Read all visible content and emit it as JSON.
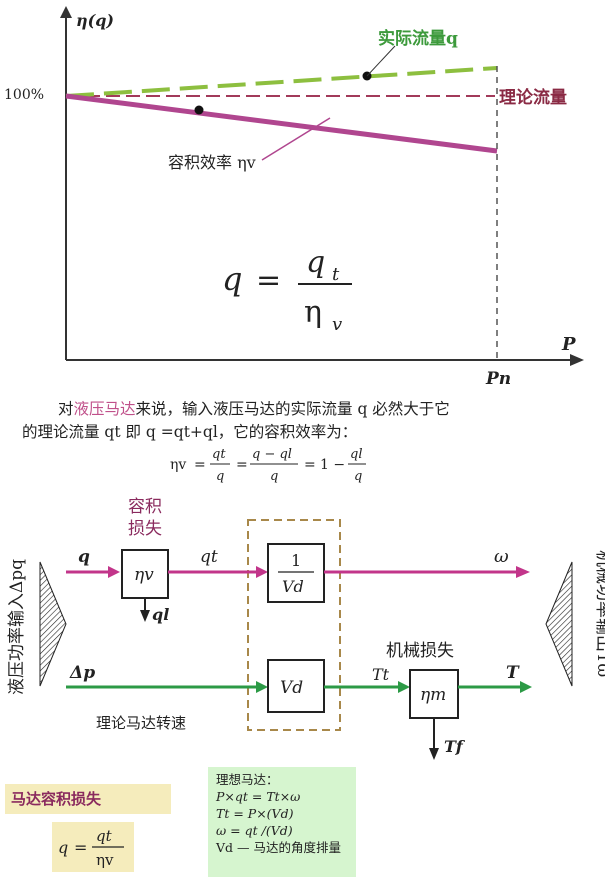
{
  "top_chart": {
    "y_axis_label": "η(q)",
    "x_axis_label": "P",
    "x_tick": "Pn",
    "y_tick": "100%",
    "label_actual": "实际流量q",
    "label_theoretical": "理论流量",
    "label_efficiency": "容积效率 ηv",
    "formula_lhs": "q",
    "formula_num": "q",
    "formula_num_sub": "t",
    "formula_den": "η",
    "formula_den_sub": "v",
    "colors": {
      "actual": "#8dbf3f",
      "theoretical": "#a23a5a",
      "efficiency": "#b0468f",
      "axis": "#333333"
    }
  },
  "paragraph": {
    "prefix": "对",
    "highlight": "液压马达",
    "line1_rest": "来说，输入液压马达的实际流量 q 必然大于它",
    "line2": "的理论流量 qt 即 q =qt+ql，它的容积效率为："
  },
  "efficiency_eq": {
    "lhs": "ηv",
    "t1_num": "qt",
    "t1_den": "q",
    "t2_num": "q − ql",
    "t2_den": "q",
    "t3_one": "1 −",
    "t3_num": "ql",
    "t3_den": "q"
  },
  "block_diagram": {
    "left_label": "液压功率输入Δpq",
    "right_label": "机械功率输出Tω",
    "vol_loss": [
      "容积",
      "损失"
    ],
    "in_q": "q",
    "block_eta_v": "ηv",
    "out_qt": "qt",
    "leak_ql": "ql",
    "block_inv_num": "1",
    "block_inv_den": "Vd",
    "omega": "ω",
    "in_dp": "Δp",
    "block_vd": "Vd",
    "Tt": "Tt",
    "mech_loss": "机械损失",
    "block_eta_m": "ηm",
    "T_out": "T",
    "Tf": "Tf",
    "theory_speed": "理论马达转速",
    "colors": {
      "flow": "#c2358a",
      "pressure": "#2c9a46",
      "dash_box": "#a8884a"
    }
  },
  "bottom": {
    "loss_title": "马达容积损失",
    "loss_eq_lhs": "q",
    "loss_eq_num": "qt",
    "loss_eq_den": "ηv",
    "ideal_title": "理想马达：",
    "ideal_lines": [
      "P×qt = Tt×ω",
      "Tt = P×(Vd)",
      "ω = qt /(Vd)",
      "Vd — 马达的角度排量"
    ]
  }
}
